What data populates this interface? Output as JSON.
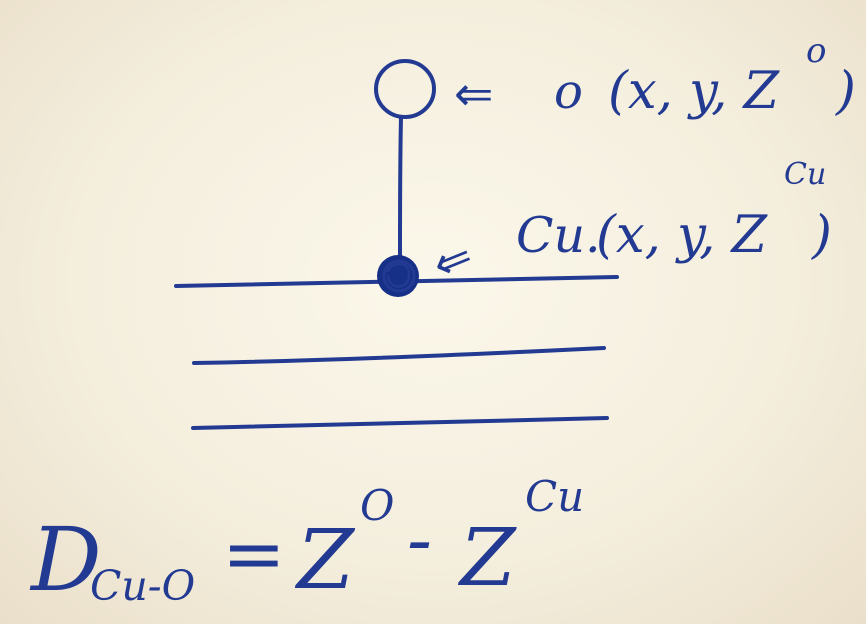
{
  "diagram": {
    "oxygen_label": {
      "arrow_symbol": "⇐",
      "element": "o",
      "coords_prefix": "(x, y, Z",
      "superscript": "o",
      "coords_suffix": ")"
    },
    "copper_label": {
      "arrow_symbol": "⇐",
      "element": "Cu.",
      "coords_prefix": "(x, y, Z",
      "superscript": "Cu",
      "coords_suffix": ")"
    },
    "formula": {
      "distance_symbol": "D",
      "distance_subscript": "Cu-O",
      "equals": "=",
      "term1_base": "Z",
      "term1_superscript": "O",
      "minus": "-",
      "term2_base": "Z",
      "term2_superscript": "Cu"
    }
  }
}
